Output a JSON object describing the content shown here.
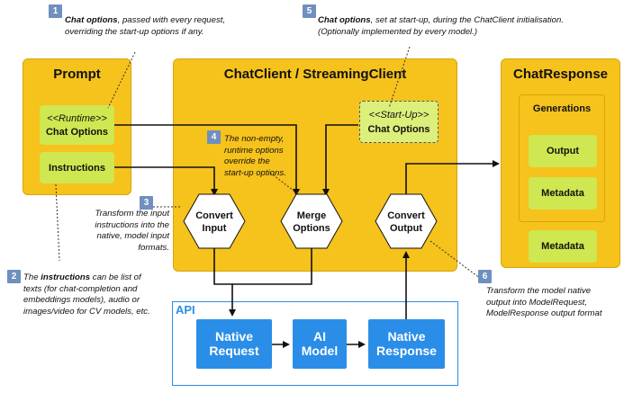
{
  "prompt": {
    "title": "Prompt",
    "runtime_label": "<<Runtime>>",
    "chat_options": "Chat Options",
    "instructions": "Instructions"
  },
  "chatclient": {
    "title": "ChatClient / StreamingClient",
    "startup_label": "<<Start-Up>>",
    "chat_options": "Chat Options",
    "convert_input": [
      "Convert",
      "Input"
    ],
    "merge_options": [
      "Merge",
      "Options"
    ],
    "convert_output": [
      "Convert",
      "Output"
    ]
  },
  "chatresponse": {
    "title": "ChatResponse",
    "generations": "Generations",
    "output": "Output",
    "metadata_inner": "Metadata",
    "metadata_outer": "Metadata"
  },
  "api": {
    "label": "API",
    "native_request": [
      "Native",
      "Request"
    ],
    "ai_model": [
      "AI",
      "Model"
    ],
    "native_response": [
      "Native",
      "Response"
    ]
  },
  "notes": {
    "n1": {
      "num": "1",
      "bold": "Chat options",
      "text": ", passed with every  request,",
      "line2": "overriding the start-up options if any."
    },
    "n2": {
      "num": "2",
      "pre": "The ",
      "bold": "instructions",
      "text": " can be list of",
      "lines": [
        "texts (for chat-completion and",
        "embeddings models), audio or",
        "images/video for CV models, etc."
      ]
    },
    "n3": {
      "num": "3",
      "lines": [
        "Transform the input",
        "instructions into the",
        "native, model input",
        "formats."
      ]
    },
    "n4": {
      "num": "4",
      "lines": [
        "The non-empty,",
        "runtime options",
        "override the",
        "start-up options."
      ]
    },
    "n5": {
      "num": "5",
      "bold": "Chat options",
      "text": ", set at start-up, during  the ChatClient initialisation.",
      "line2": "(Optionally implemented by every model.)"
    },
    "n6": {
      "num": "6",
      "lines": [
        "Transform the model native",
        "output into ModelRequest,",
        "ModelResponse output format"
      ]
    }
  },
  "colors": {
    "panel": "#f6c21c",
    "green": "#cfe750",
    "blue": "#2a8ee8",
    "api_border": "#2a8ee8",
    "badge": "#6f8fbf"
  }
}
